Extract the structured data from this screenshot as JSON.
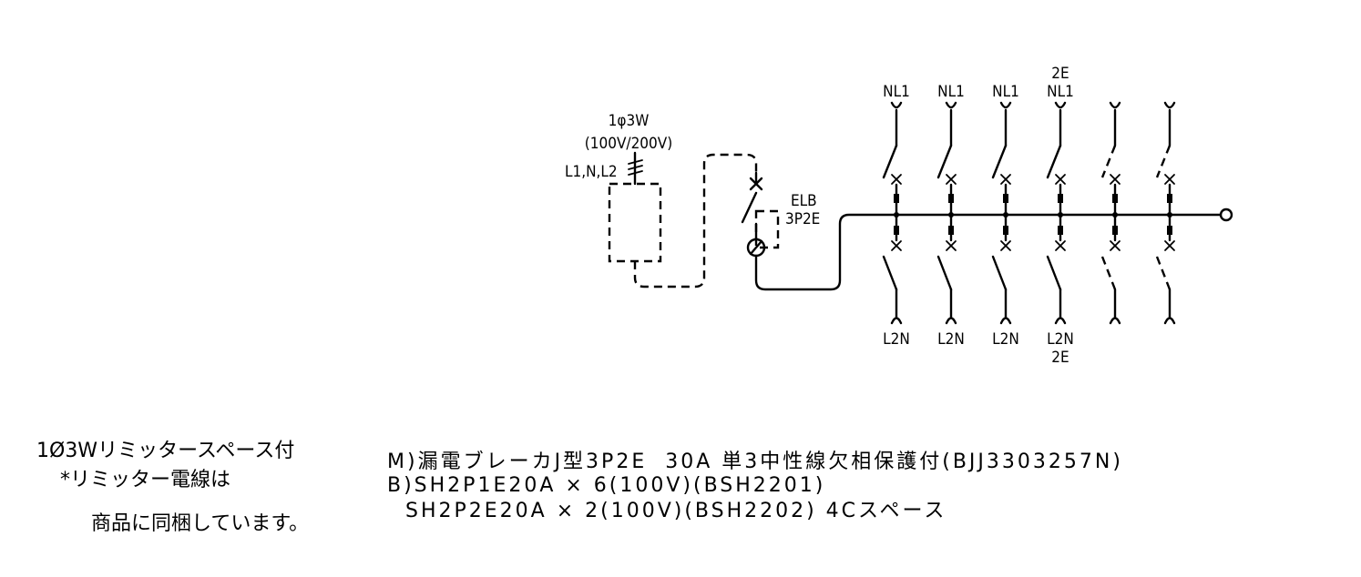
{
  "source": {
    "phase_label": "1φ3W",
    "voltage_label": "(100V/200V)",
    "wires_label": "L1,N,L2"
  },
  "main_breaker": {
    "name": "ELB",
    "type": "3P2E"
  },
  "branches": [
    {
      "top": "NL1",
      "top_extra": "",
      "bottom": "L2N",
      "bottom_extra": "",
      "style": "solid"
    },
    {
      "top": "NL1",
      "top_extra": "",
      "bottom": "L2N",
      "bottom_extra": "",
      "style": "solid"
    },
    {
      "top": "NL1",
      "top_extra": "",
      "bottom": "L2N",
      "bottom_extra": "",
      "style": "solid"
    },
    {
      "top": "NL1",
      "top_extra": "2E",
      "bottom": "L2N",
      "bottom_extra": "2E",
      "style": "solid"
    },
    {
      "top": "",
      "top_extra": "",
      "bottom": "",
      "bottom_extra": "",
      "style": "dashed"
    },
    {
      "top": "",
      "top_extra": "",
      "bottom": "",
      "bottom_extra": "",
      "style": "dashed"
    }
  ],
  "notes": {
    "line1": "1Ø3Wリミッタースペース付",
    "line2": "*リミッター電線は",
    "line3": "商品に同梱しています。"
  },
  "spec": {
    "line1": "M)漏電ブレーカJ型3P2E  30A 単3中性線欠相保護付(BJJ3303257N)",
    "line2": "B)SH2P1E20A × 6(100V)(BSH2201)",
    "line3": "  SH2P2E20A × 2(100V)(BSH2202) 4Cスペース"
  }
}
